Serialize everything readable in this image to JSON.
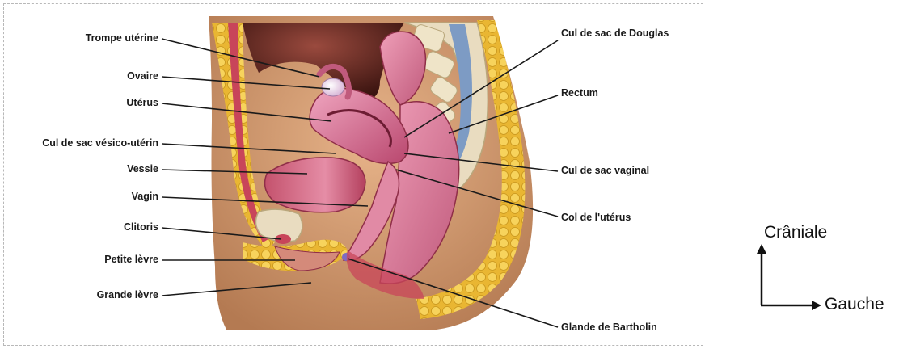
{
  "labels_left": [
    {
      "id": "trompe",
      "text": "Trompe utérine"
    },
    {
      "id": "ovaire",
      "text": "Ovaire"
    },
    {
      "id": "uterus",
      "text": "Utérus"
    },
    {
      "id": "cul-de-sac-vesico",
      "text": "Cul de sac vésico-utérin"
    },
    {
      "id": "vessie",
      "text": "Vessie"
    },
    {
      "id": "vagin",
      "text": "Vagin"
    },
    {
      "id": "clitoris",
      "text": "Clitoris"
    },
    {
      "id": "petite-levre",
      "text": "Petite lèvre"
    },
    {
      "id": "grande-levre",
      "text": "Grande lèvre"
    }
  ],
  "labels_right": [
    {
      "id": "douglas",
      "text": "Cul de sac de Douglas"
    },
    {
      "id": "rectum",
      "text": "Rectum"
    },
    {
      "id": "cul-de-sac-vaginal",
      "text": "Cul de sac vaginal"
    },
    {
      "id": "col",
      "text": "Col de l'utérus"
    },
    {
      "id": "bartholin",
      "text": "Glande de Bartholin"
    }
  ],
  "orientation": {
    "up": "Crâniale",
    "right": "Gauche"
  },
  "colors": {
    "skin": "#d9a37a",
    "fat": "#f2c64a",
    "muscle": "#c8455a",
    "organ_pink": "#e79ab4",
    "organ_dark": "#8f2e48",
    "bone": "#e9dcc0",
    "spine_blue": "#7d9bc4",
    "leader": "#1a1a1a"
  }
}
